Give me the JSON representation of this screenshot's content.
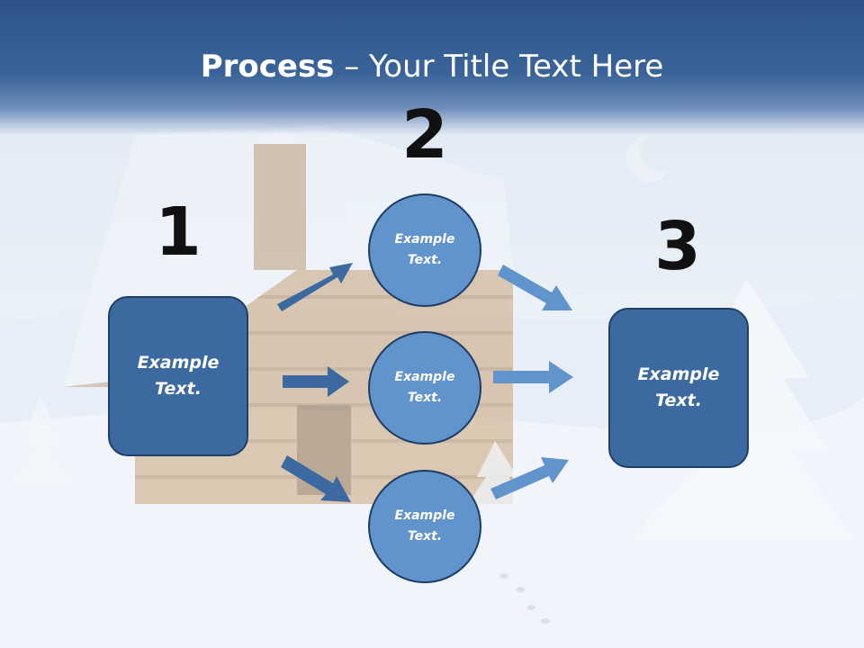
{
  "title": {
    "bold": "Process",
    "rest": " – Your Title Text Here"
  },
  "steps": {
    "one": {
      "number": "1",
      "label": "Example\nText."
    },
    "two": {
      "number": "2",
      "items": [
        "Example\nText.",
        "Example\nText.",
        "Example\nText."
      ]
    },
    "three": {
      "number": "3",
      "label": "Example\nText."
    }
  },
  "colors": {
    "title_band": "#2c5488",
    "box_fill": "#3c6aa0",
    "circle_fill": "#6193cc",
    "arrow_dark": "#3c6aa0",
    "arrow_light": "#6193cc"
  }
}
